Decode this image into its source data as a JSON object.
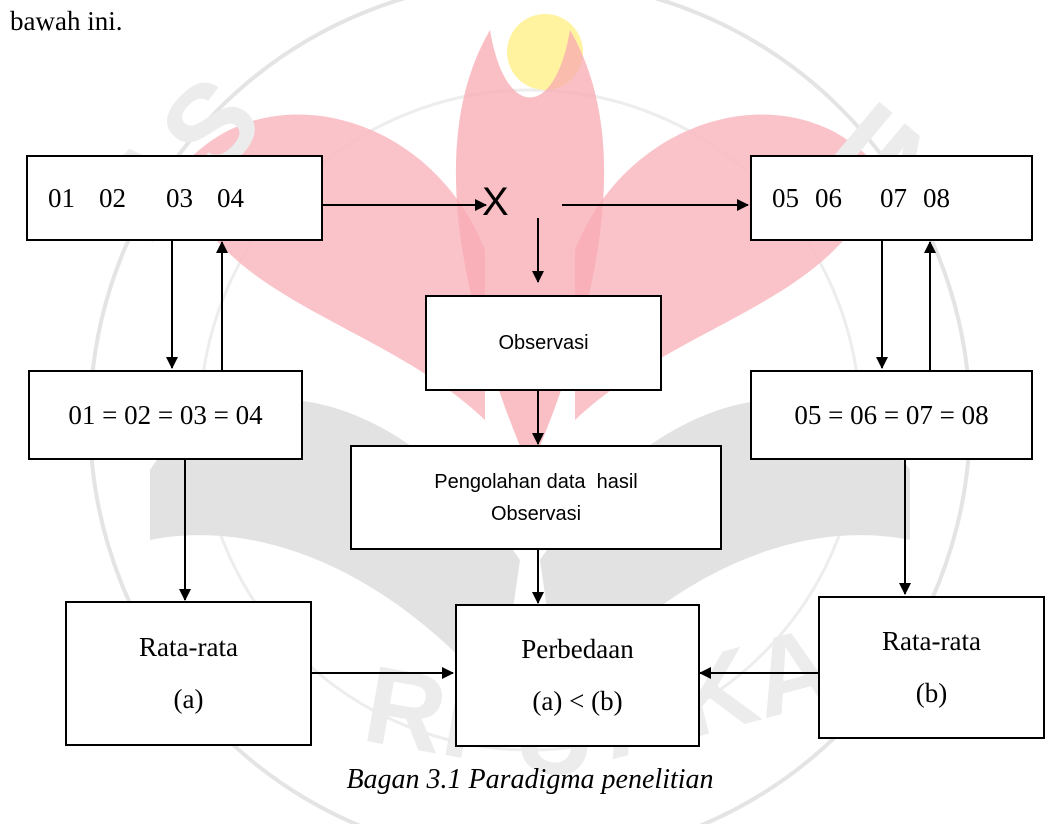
{
  "intro_text": "bawah ini.",
  "boxes": {
    "pretest_codes": [
      "01",
      "02",
      "03",
      "04"
    ],
    "posttest_codes": [
      "05",
      "06",
      "07",
      "08"
    ],
    "pretest_equal": "01 = 02 = 03 = 04",
    "posttest_equal": "05 = 06 = 07 = 08",
    "observasi": "Observasi",
    "pengolahan_line1": "Pengolahan data  hasil",
    "pengolahan_line2": "Observasi",
    "rata_a_line1": "Rata-rata",
    "rata_a_line2": "(a)",
    "perbedaan_line1": "Perbedaan",
    "perbedaan_line2": "(a) < (b)",
    "rata_b_line1": "Rata-rata",
    "rata_b_line2": "(b)"
  },
  "treatment_label": "X",
  "caption": "Bagan 3.1 Paradigma penelitian",
  "colors": {
    "watermark_red": "#f2858f",
    "watermark_yellow": "#fff27a",
    "watermark_gray": "#d7d7d7"
  }
}
